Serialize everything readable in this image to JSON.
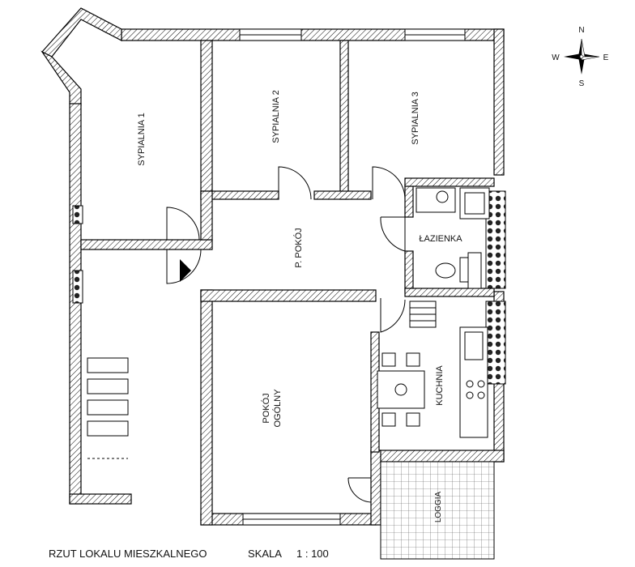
{
  "rooms": {
    "sypialnia1": "SYPIALNIA 1",
    "sypialnia2": "SYPIALNIA 2",
    "sypialnia3": "SYPIALNIA 3",
    "ppokoj": "P. POKÓJ",
    "lazienka": "ŁAZIENKA",
    "pokoj_line1": "POKÓJ",
    "pokoj_line2": "OGÓLNY",
    "kuchnia": "KUCHNIA",
    "loggia": "LOGGIA"
  },
  "footer": {
    "title": "RZUT LOKALU MIESZKALNEGO",
    "scale_label": "SKALA",
    "scale_value": "1 : 100"
  },
  "compass": {
    "n": "N",
    "s": "S",
    "e": "E",
    "w": "W"
  }
}
